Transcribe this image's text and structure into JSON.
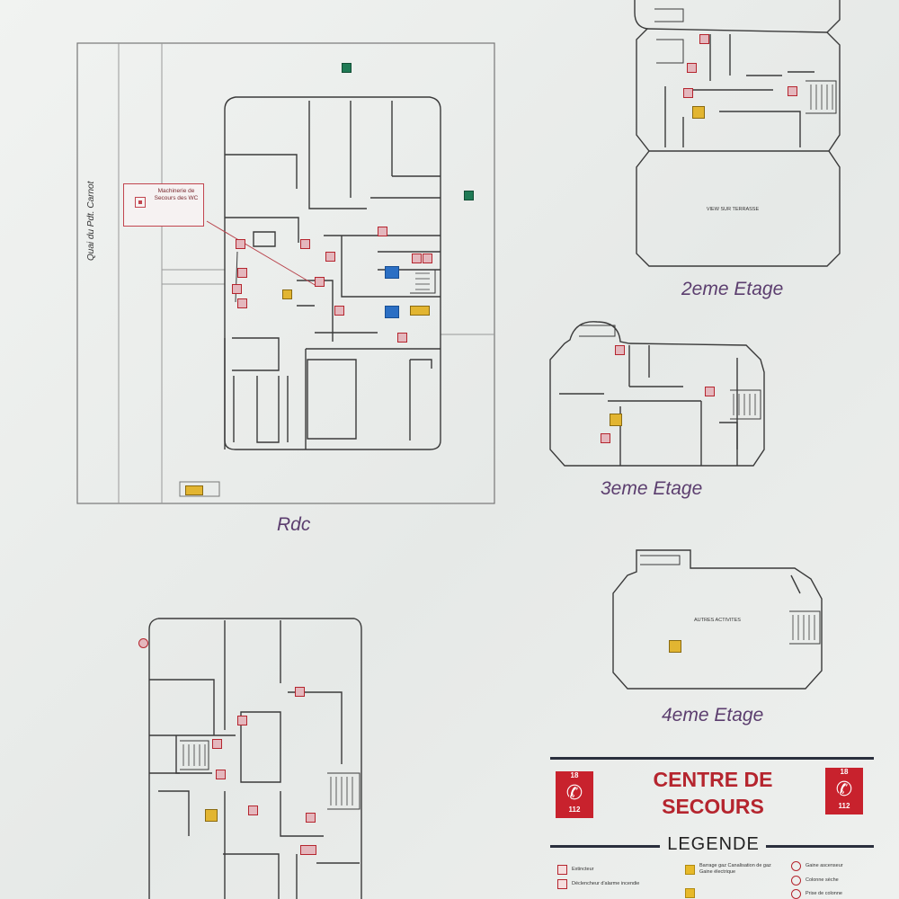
{
  "floors": {
    "rdc": "Rdc",
    "etage2": "2eme Etage",
    "etage3": "3eme Etage",
    "etage4": "4eme Etage"
  },
  "street": "Quai du Pdt. Carnot",
  "callout": "Machinerie de Secours des WC",
  "rooms": {
    "terrasse": "VIEW SUR TERRASSE",
    "autres": "AUTRES ACTIVITES"
  },
  "legend": {
    "centre": "CENTRE DE SECOURS",
    "phone_top": "18",
    "phone_bottom": "112",
    "legende": "LEGENDE",
    "items": [
      "Extincteur",
      "Déclencheur d'alarme incendie",
      "Barrage gaz Canalisation de gaz Gaine électrique",
      "Gaine ascenseur",
      "Colonne sèche",
      "Prise de colonne"
    ]
  },
  "colors": {
    "accent": "#c8222d",
    "legend_title": "#b5252e",
    "floor_label": "#5b3d6e"
  }
}
